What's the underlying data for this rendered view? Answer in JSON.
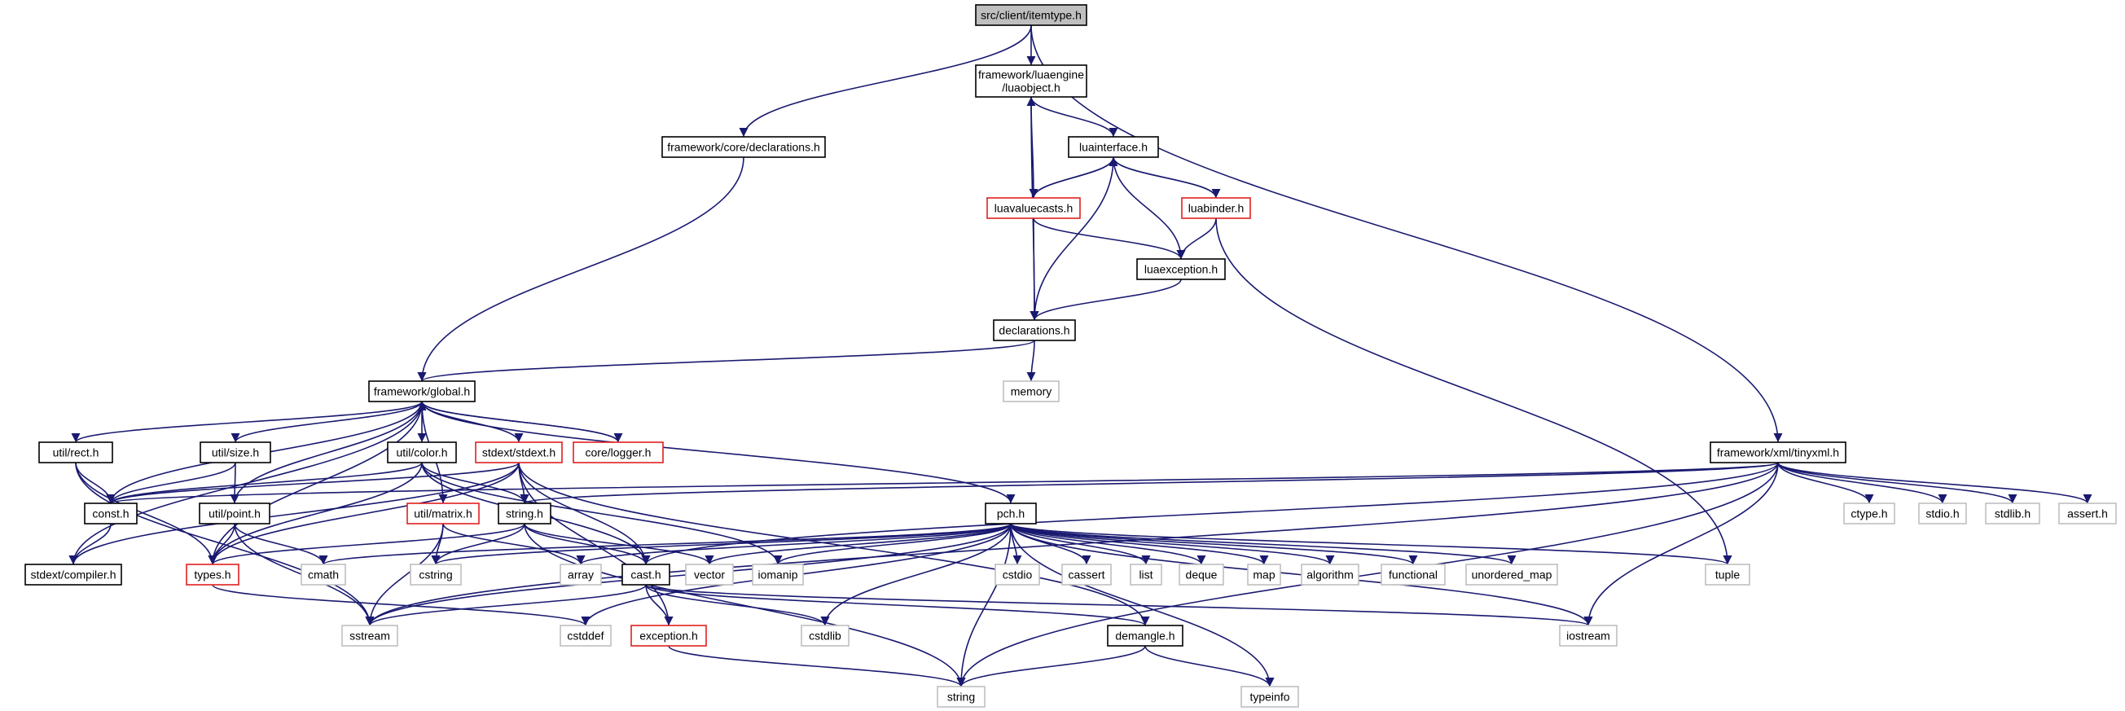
{
  "nodes": [
    {
      "id": "itemtype",
      "lines": [
        "src/client/itemtype.h"
      ],
      "kind": "current"
    },
    {
      "id": "luaobject",
      "lines": [
        "framework/luaengine",
        "/luaobject.h"
      ],
      "kind": "normal"
    },
    {
      "id": "coredecl",
      "lines": [
        "framework/core/declarations.h"
      ],
      "kind": "normal"
    },
    {
      "id": "luainterface",
      "lines": [
        "luainterface.h"
      ],
      "kind": "normal"
    },
    {
      "id": "luavaluecasts",
      "lines": [
        "luavaluecasts.h"
      ],
      "kind": "linked"
    },
    {
      "id": "luabinder",
      "lines": [
        "luabinder.h"
      ],
      "kind": "linked"
    },
    {
      "id": "luaexception",
      "lines": [
        "luaexception.h"
      ],
      "kind": "normal"
    },
    {
      "id": "declarations",
      "lines": [
        "declarations.h"
      ],
      "kind": "normal"
    },
    {
      "id": "memory",
      "lines": [
        "memory"
      ],
      "kind": "external"
    },
    {
      "id": "global",
      "lines": [
        "framework/global.h"
      ],
      "kind": "normal"
    },
    {
      "id": "rect",
      "lines": [
        "util/rect.h"
      ],
      "kind": "normal"
    },
    {
      "id": "size",
      "lines": [
        "util/size.h"
      ],
      "kind": "normal"
    },
    {
      "id": "color",
      "lines": [
        "util/color.h"
      ],
      "kind": "normal"
    },
    {
      "id": "stdext",
      "lines": [
        "stdext/stdext.h"
      ],
      "kind": "linked"
    },
    {
      "id": "logger",
      "lines": [
        "core/logger.h"
      ],
      "kind": "linked"
    },
    {
      "id": "tinyxml",
      "lines": [
        "framework/xml/tinyxml.h"
      ],
      "kind": "normal"
    },
    {
      "id": "const",
      "lines": [
        "const.h"
      ],
      "kind": "normal"
    },
    {
      "id": "point",
      "lines": [
        "util/point.h"
      ],
      "kind": "normal"
    },
    {
      "id": "matrix",
      "lines": [
        "util/matrix.h"
      ],
      "kind": "linked"
    },
    {
      "id": "stringh",
      "lines": [
        "string.h"
      ],
      "kind": "normal"
    },
    {
      "id": "pch",
      "lines": [
        "pch.h"
      ],
      "kind": "normal"
    },
    {
      "id": "ctype",
      "lines": [
        "ctype.h"
      ],
      "kind": "external"
    },
    {
      "id": "stdio",
      "lines": [
        "stdio.h"
      ],
      "kind": "external"
    },
    {
      "id": "stdlib",
      "lines": [
        "stdlib.h"
      ],
      "kind": "external"
    },
    {
      "id": "assert",
      "lines": [
        "assert.h"
      ],
      "kind": "external"
    },
    {
      "id": "compiler",
      "lines": [
        "stdext/compiler.h"
      ],
      "kind": "normal"
    },
    {
      "id": "types",
      "lines": [
        "types.h"
      ],
      "kind": "linked"
    },
    {
      "id": "cmath",
      "lines": [
        "cmath"
      ],
      "kind": "external"
    },
    {
      "id": "cstring",
      "lines": [
        "cstring"
      ],
      "kind": "external"
    },
    {
      "id": "array",
      "lines": [
        "array"
      ],
      "kind": "external"
    },
    {
      "id": "cast",
      "lines": [
        "cast.h"
      ],
      "kind": "normal"
    },
    {
      "id": "vector",
      "lines": [
        "vector"
      ],
      "kind": "external"
    },
    {
      "id": "iomanip",
      "lines": [
        "iomanip"
      ],
      "kind": "external"
    },
    {
      "id": "cstdio",
      "lines": [
        "cstdio"
      ],
      "kind": "external"
    },
    {
      "id": "cassert",
      "lines": [
        "cassert"
      ],
      "kind": "external"
    },
    {
      "id": "list",
      "lines": [
        "list"
      ],
      "kind": "external"
    },
    {
      "id": "deque",
      "lines": [
        "deque"
      ],
      "kind": "external"
    },
    {
      "id": "map",
      "lines": [
        "map"
      ],
      "kind": "external"
    },
    {
      "id": "algorithm",
      "lines": [
        "algorithm"
      ],
      "kind": "external"
    },
    {
      "id": "functional",
      "lines": [
        "functional"
      ],
      "kind": "external"
    },
    {
      "id": "unordered_map",
      "lines": [
        "unordered_map"
      ],
      "kind": "external"
    },
    {
      "id": "tuple",
      "lines": [
        "tuple"
      ],
      "kind": "external"
    },
    {
      "id": "sstream",
      "lines": [
        "sstream"
      ],
      "kind": "external"
    },
    {
      "id": "cstddef",
      "lines": [
        "cstddef"
      ],
      "kind": "external"
    },
    {
      "id": "exception",
      "lines": [
        "exception.h"
      ],
      "kind": "linked"
    },
    {
      "id": "cstdlib",
      "lines": [
        "cstdlib"
      ],
      "kind": "external"
    },
    {
      "id": "demangle",
      "lines": [
        "demangle.h"
      ],
      "kind": "normal"
    },
    {
      "id": "iostream",
      "lines": [
        "iostream"
      ],
      "kind": "external"
    },
    {
      "id": "string",
      "lines": [
        "string"
      ],
      "kind": "external"
    },
    {
      "id": "typeinfo",
      "lines": [
        "typeinfo"
      ],
      "kind": "external"
    }
  ],
  "edges": [
    [
      "itemtype",
      "luaobject"
    ],
    [
      "itemtype",
      "coredecl"
    ],
    [
      "itemtype",
      "tinyxml"
    ],
    [
      "luaobject",
      "luainterface"
    ],
    [
      "luaobject",
      "declarations"
    ],
    [
      "luainterface",
      "luavaluecasts"
    ],
    [
      "luainterface",
      "luabinder"
    ],
    [
      "luainterface",
      "luaexception"
    ],
    [
      "luainterface",
      "declarations"
    ],
    [
      "luavaluecasts",
      "luainterface"
    ],
    [
      "luavaluecasts",
      "luaobject"
    ],
    [
      "luavaluecasts",
      "luaexception"
    ],
    [
      "luavaluecasts",
      "declarations"
    ],
    [
      "luabinder",
      "luainterface"
    ],
    [
      "luabinder",
      "luaexception"
    ],
    [
      "luabinder",
      "tuple"
    ],
    [
      "luaexception",
      "declarations"
    ],
    [
      "declarations",
      "global"
    ],
    [
      "declarations",
      "memory"
    ],
    [
      "coredecl",
      "global"
    ],
    [
      "global",
      "rect"
    ],
    [
      "global",
      "size"
    ],
    [
      "global",
      "color"
    ],
    [
      "global",
      "stdext"
    ],
    [
      "global",
      "logger"
    ],
    [
      "global",
      "const"
    ],
    [
      "global",
      "point"
    ],
    [
      "global",
      "matrix"
    ],
    [
      "global",
      "compiler"
    ],
    [
      "global",
      "pch"
    ],
    [
      "global",
      "types"
    ],
    [
      "logger",
      "global"
    ],
    [
      "rect",
      "const"
    ],
    [
      "rect",
      "types"
    ],
    [
      "rect",
      "sstream"
    ],
    [
      "size",
      "const"
    ],
    [
      "size",
      "point"
    ],
    [
      "color",
      "const"
    ],
    [
      "color",
      "types"
    ],
    [
      "color",
      "stringh"
    ],
    [
      "color",
      "cast"
    ],
    [
      "color",
      "iomanip"
    ],
    [
      "stdext",
      "compiler"
    ],
    [
      "stdext",
      "types"
    ],
    [
      "stdext",
      "stringh"
    ],
    [
      "stdext",
      "cast"
    ],
    [
      "stdext",
      "exception"
    ],
    [
      "stdext",
      "demangle"
    ],
    [
      "stdext",
      "const"
    ],
    [
      "tinyxml",
      "const"
    ],
    [
      "tinyxml",
      "stringh"
    ],
    [
      "tinyxml",
      "sstream"
    ],
    [
      "tinyxml",
      "cast"
    ],
    [
      "tinyxml",
      "ctype"
    ],
    [
      "tinyxml",
      "stdio"
    ],
    [
      "tinyxml",
      "stdlib"
    ],
    [
      "tinyxml",
      "assert"
    ],
    [
      "tinyxml",
      "iostream"
    ],
    [
      "tinyxml",
      "string"
    ],
    [
      "const",
      "compiler"
    ],
    [
      "point",
      "types"
    ],
    [
      "point",
      "cmath"
    ],
    [
      "point",
      "sstream"
    ],
    [
      "matrix",
      "array"
    ],
    [
      "matrix",
      "cstring"
    ],
    [
      "matrix",
      "sstream"
    ],
    [
      "stringh",
      "types"
    ],
    [
      "stringh",
      "cstring"
    ],
    [
      "stringh",
      "vector"
    ],
    [
      "stringh",
      "cast"
    ],
    [
      "stringh",
      "string"
    ],
    [
      "types",
      "cstddef"
    ],
    [
      "pch",
      "cmath"
    ],
    [
      "pch",
      "cstring"
    ],
    [
      "pch",
      "array"
    ],
    [
      "pch",
      "vector"
    ],
    [
      "pch",
      "iomanip"
    ],
    [
      "pch",
      "cstdio"
    ],
    [
      "pch",
      "cassert"
    ],
    [
      "pch",
      "list"
    ],
    [
      "pch",
      "deque"
    ],
    [
      "pch",
      "map"
    ],
    [
      "pch",
      "algorithm"
    ],
    [
      "pch",
      "functional"
    ],
    [
      "pch",
      "unordered_map"
    ],
    [
      "pch",
      "tuple"
    ],
    [
      "pch",
      "sstream"
    ],
    [
      "pch",
      "cstddef"
    ],
    [
      "pch",
      "cstdlib"
    ],
    [
      "pch",
      "iostream"
    ],
    [
      "pch",
      "string"
    ],
    [
      "pch",
      "typeinfo"
    ],
    [
      "cast",
      "sstream"
    ],
    [
      "cast",
      "exception"
    ],
    [
      "cast",
      "cstdlib"
    ],
    [
      "cast",
      "demangle"
    ],
    [
      "cast",
      "iostream"
    ],
    [
      "exception",
      "string"
    ],
    [
      "demangle",
      "string"
    ],
    [
      "demangle",
      "typeinfo"
    ]
  ]
}
